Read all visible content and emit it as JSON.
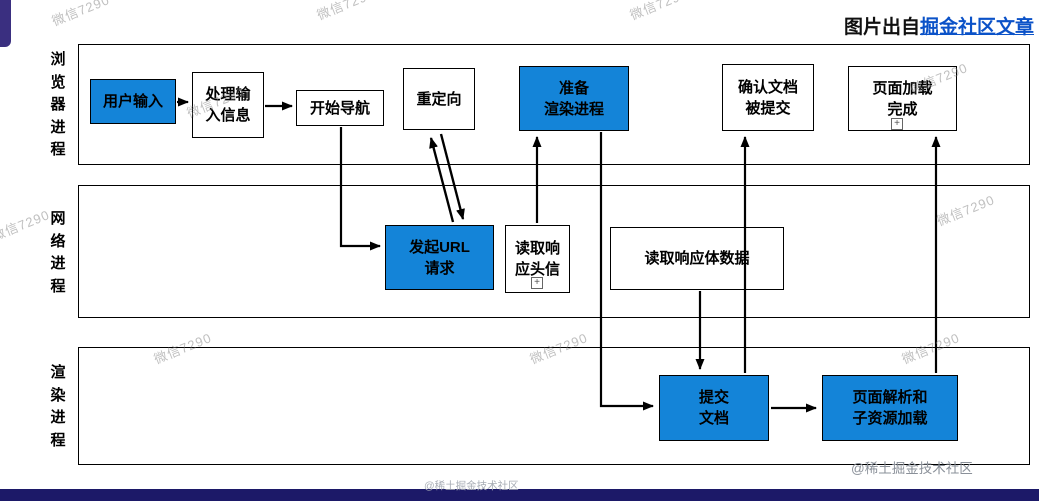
{
  "header": {
    "prefix": "图片出自",
    "link_label": "掘金社区文章"
  },
  "lanes": {
    "browser": {
      "label": "浏\n览\n器\n进\n程"
    },
    "network": {
      "label": "网\n络\n进\n程"
    },
    "render": {
      "label": "渲\n染\n进\n程"
    }
  },
  "nodes": {
    "user_input": {
      "label": "用户输入",
      "style": "primary"
    },
    "process_input": {
      "label": "处理输\n入信息",
      "style": "plain"
    },
    "start_navigation": {
      "label": "开始导航",
      "style": "plain"
    },
    "redirect": {
      "label": "重定向",
      "style": "plain"
    },
    "prepare_render_process": {
      "label": "准备\n渲染进程",
      "style": "primary"
    },
    "confirm_document_committed": {
      "label": "确认文档\n被提交",
      "style": "plain"
    },
    "page_load_complete": {
      "label": "页面加载\n完成",
      "style": "plain"
    },
    "initiate_url_request": {
      "label": "发起URL\n请求",
      "style": "primary"
    },
    "read_response_header": {
      "label": "读取响\n应头信",
      "style": "plain"
    },
    "read_response_body": {
      "label": "读取响应体数据",
      "style": "plain"
    },
    "commit_document": {
      "label": "提交\n文档",
      "style": "primary"
    },
    "page_parse_subresource_load": {
      "label": "页面解析和\n子资源加载",
      "style": "primary"
    }
  },
  "icons": {
    "expand_glyph": "+"
  },
  "watermarks": {
    "diagonal": "微信7290",
    "credit": "@稀土掘金技术社区",
    "credit_small": "@稀土掘金技术社区"
  },
  "colors": {
    "accent_blue": "#1484d8",
    "link_blue": "#0b52c8",
    "bottom_bar_navy": "#1c1968",
    "corner_purple": "#3a2f80"
  }
}
